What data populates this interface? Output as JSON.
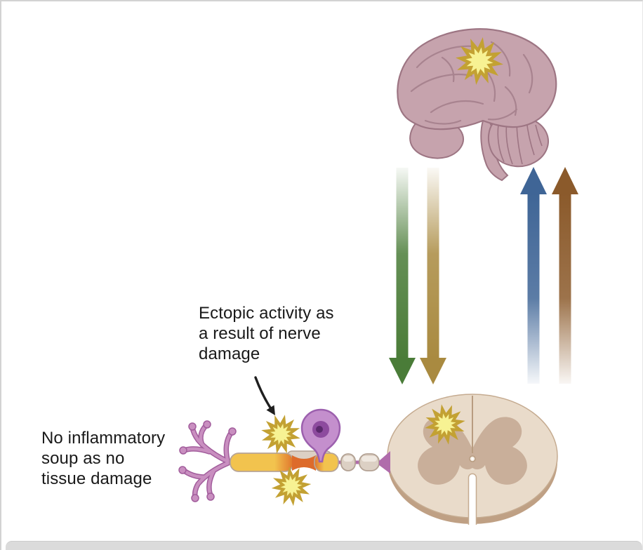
{
  "frame": {
    "background": "#ffffff",
    "edge_color": "#d2d2d2",
    "bottom_bar_color": "#dbdbdb"
  },
  "labels": {
    "ectopic": "Ectopic activity as\na result of nerve\ndamage",
    "no_inflammatory": "No inflammatory\nsoup as no\ntissue damage"
  },
  "illustrations": {
    "brain": {
      "name": "Brain (lateral view)",
      "fill": "#c6a3ad",
      "outline": "#9d7583"
    },
    "spinal_cord": {
      "name": "Spinal cord cross-section",
      "fill": "#e9dbca",
      "gray_matter": "#c9af9a",
      "rim": "#bfa084"
    },
    "neuron": {
      "name": "Peripheral sensory neuron with nerve damage",
      "dendrite_color": "#c98fc0",
      "soma_color": "#c48fcd",
      "nucleus_color": "#8d4b9e",
      "myelin_color": "#f2c34e",
      "damage_color": "#dd6b2b",
      "sheath_color": "#dcd0c4"
    },
    "activity_bursts": {
      "name": "Ectopic activity burst",
      "fill": "#f7f293",
      "outline": "#c3a133",
      "count": 4
    }
  },
  "arrows": {
    "annotation_arrow_color": "#1f1f1f",
    "descending": [
      {
        "label": "descending pathway (green)",
        "color": "#4a7c38",
        "direction": "down"
      },
      {
        "label": "descending pathway (olive)",
        "color": "#a98a40",
        "direction": "down"
      }
    ],
    "ascending": [
      {
        "label": "ascending pathway (blue)",
        "color": "#3f6596",
        "direction": "up"
      },
      {
        "label": "ascending pathway (brown)",
        "color": "#8b5a2b",
        "direction": "up"
      }
    ]
  }
}
